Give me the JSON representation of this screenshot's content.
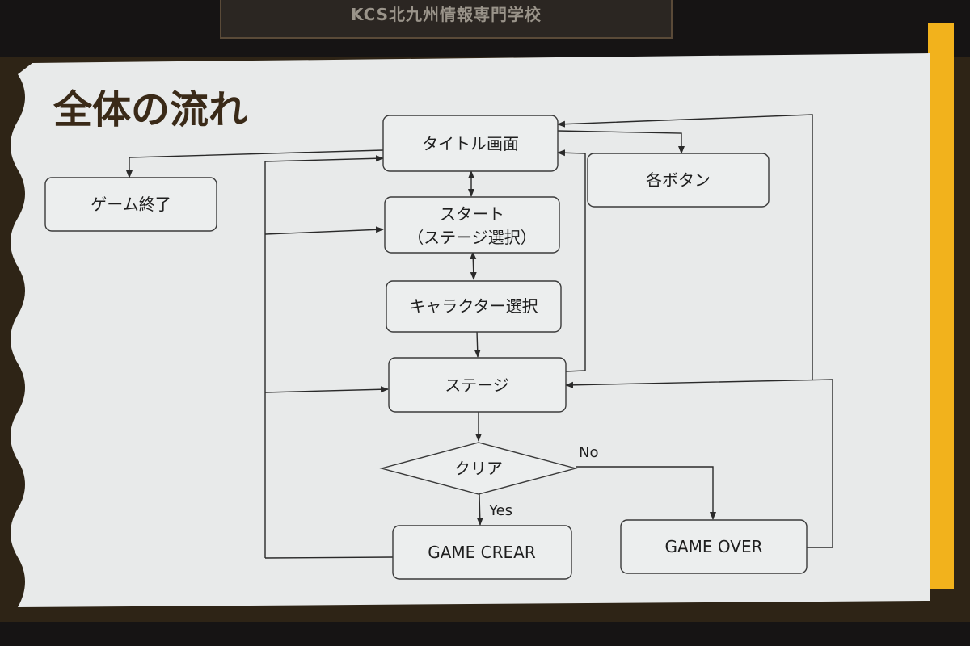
{
  "banner": {
    "text": "KCS北九州情報専門学校"
  },
  "slide": {
    "title": "全体の流れ"
  },
  "nodes": {
    "title_screen": "タイトル画面",
    "game_end": "ゲーム終了",
    "buttons": "各ボタン",
    "start_line1": "スタート",
    "start_line2": "（ステージ選択）",
    "character_select": "キャラクター選択",
    "stage": "ステージ",
    "clear": "クリア",
    "game_crear": "GAME CREAR",
    "game_over": "GAME OVER"
  },
  "edges": {
    "yes": "Yes",
    "no": "No"
  },
  "colors": {
    "slide_bg": "#e8eaea",
    "accent_yellow": "#f2b21c",
    "frame_brown": "#2e2416",
    "title_brown": "#3a2a18",
    "line": "#2a2a2a"
  }
}
